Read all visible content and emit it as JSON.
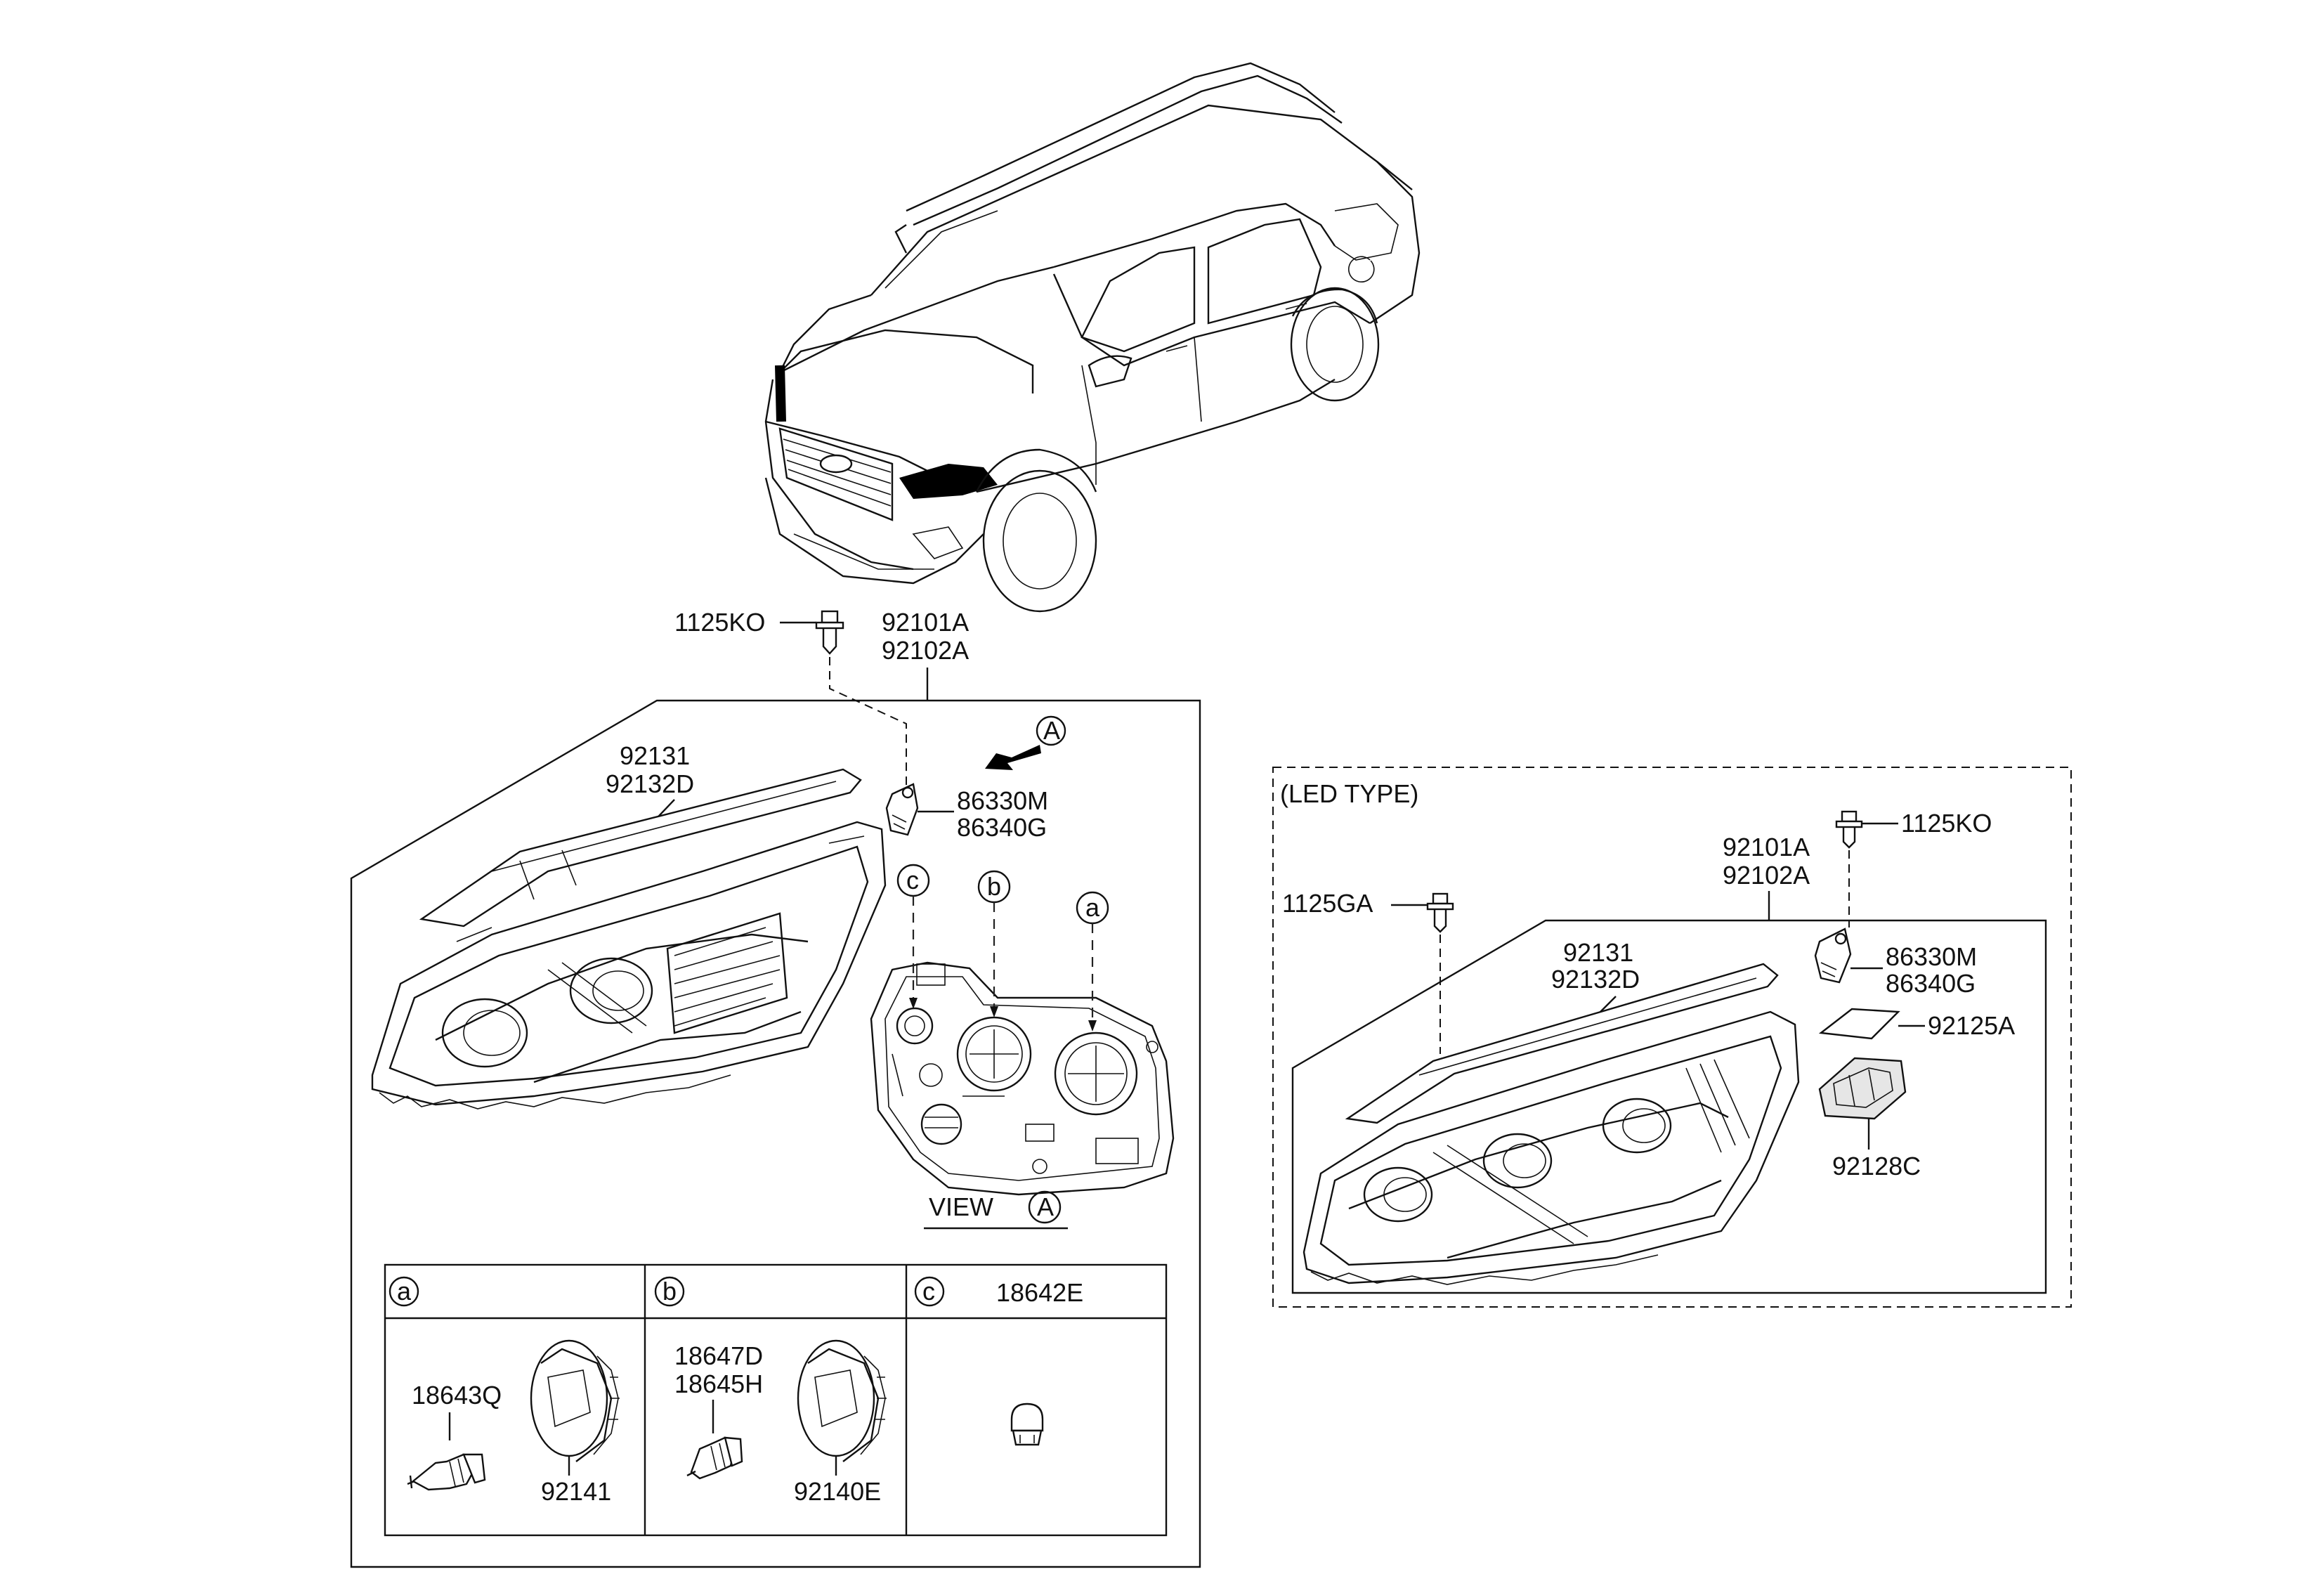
{
  "led_box": {
    "title": "(LED TYPE)"
  },
  "labels": {
    "k1125ko_main": "1125KO",
    "k92101a_main": "92101A",
    "k92102a_main": "92102A",
    "k92131_main": "92131",
    "k92132d_main": "92132D",
    "k86330m_main": "86330M",
    "k86340g_main": "86340G",
    "view": "VIEW",
    "k1125ko_led": "1125KO",
    "k92101a_led": "92101A",
    "k92102a_led": "92102A",
    "k1125ga_led": "1125GA",
    "k92131_led": "92131",
    "k92132d_led": "92132D",
    "k86330m_led": "86330M",
    "k86340g_led": "86340G",
    "k92125a_led": "92125A",
    "k92128c_led": "92128C",
    "k18642e": "18642E",
    "k18643q": "18643Q",
    "k92141": "92141",
    "k18647d": "18647D",
    "k18645h": "18645H",
    "k92140e": "92140E"
  },
  "markers": {
    "view_a": "A",
    "arrow_a": "A",
    "a": "a",
    "b": "b",
    "c": "c",
    "table_a": "a",
    "table_b": "b",
    "table_c": "c"
  },
  "icons": [
    "vehicle-outline",
    "bolt-icon",
    "bracket-icon",
    "headlamp-assembly",
    "headlamp-housing-rear",
    "bulb-h7",
    "dust-cover",
    "bulb-wedge",
    "led-module",
    "gasket-pad",
    "view-arrow"
  ]
}
